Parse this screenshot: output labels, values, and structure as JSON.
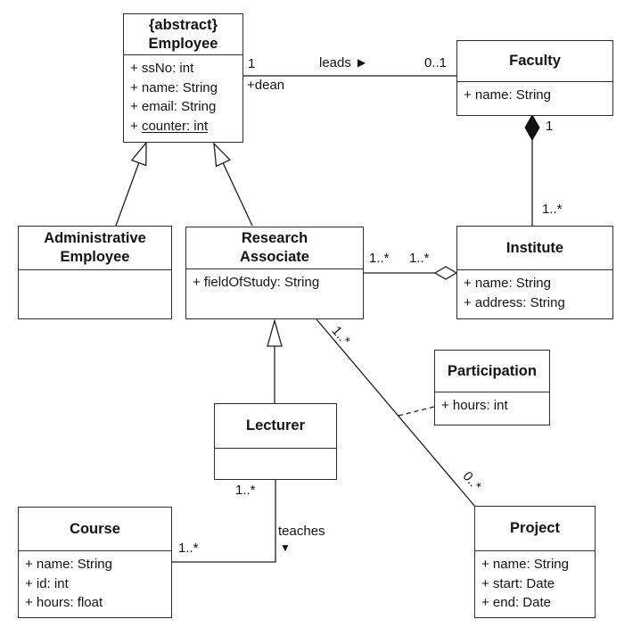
{
  "style": {
    "background": "#ffffff",
    "line_color": "#1f1f1f",
    "text_color": "#141414"
  },
  "classes": {
    "employee": {
      "stereotype": "{abstract}",
      "name": "Employee",
      "attributes": [
        "+ ssNo: int",
        "+ name: String",
        "+ email: String"
      ],
      "static_attr_prefix": "+ ",
      "static_attr": "counter: int"
    },
    "faculty": {
      "name": "Faculty",
      "attributes": [
        "+ name: String"
      ]
    },
    "administrative_employee": {
      "name": "Administrative\nEmployee"
    },
    "research_associate": {
      "name": "Research\nAssociate",
      "attributes": [
        "+ fieldOfStudy: String"
      ]
    },
    "institute": {
      "name": "Institute",
      "attributes": [
        "+ name: String",
        "+ address: String"
      ]
    },
    "participation": {
      "name": "Participation",
      "attributes": [
        "+ hours: int"
      ]
    },
    "lecturer": {
      "name": "Lecturer"
    },
    "course": {
      "name": "Course",
      "attributes": [
        "+ name: String",
        "+ id: int",
        "+ hours: float"
      ]
    },
    "project": {
      "name": "Project",
      "attributes": [
        "+ name: String",
        "+ start: Date",
        "+ end: Date"
      ]
    }
  },
  "associations": {
    "leads": {
      "name": "leads",
      "direction_icon": "▶",
      "employee_multiplicity": "1",
      "employee_role": "+dean",
      "faculty_multiplicity": "0..1"
    },
    "faculty_institute": {
      "faculty_multiplicity": "1",
      "institute_multiplicity": "1..*"
    },
    "research_associate_institute": {
      "research_associate_multiplicity": "1..*",
      "institute_multiplicity": "1..*"
    },
    "research_associate_project": {
      "research_associate_multiplicity": "1..*",
      "project_multiplicity": "0..*"
    },
    "teaches": {
      "name": "teaches",
      "direction_icon": "▼",
      "lecturer_multiplicity": "1..*",
      "course_multiplicity": "1..*"
    }
  }
}
